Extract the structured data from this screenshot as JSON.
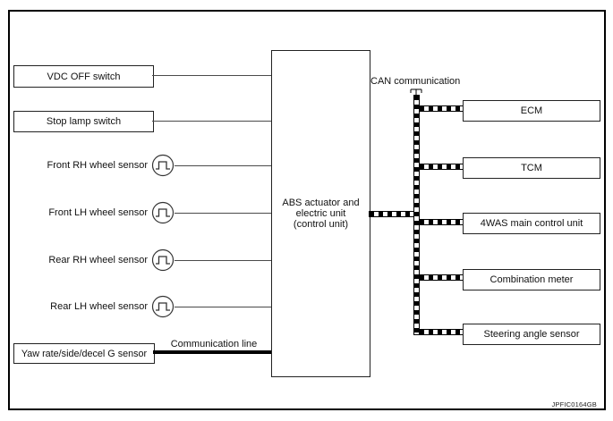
{
  "palette": {
    "background": "#ffffff",
    "line": "#000000",
    "wire": "#4a4a4a"
  },
  "left_inputs": {
    "switch_boxes": [
      {
        "label": "VDC OFF switch"
      },
      {
        "label": "Stop lamp switch"
      }
    ],
    "wheel_sensors": [
      {
        "label": "Front RH wheel sensor",
        "icon": "pulse-wave-icon"
      },
      {
        "label": "Front LH wheel sensor",
        "icon": "pulse-wave-icon"
      },
      {
        "label": "Rear RH wheel sensor",
        "icon": "pulse-wave-icon"
      },
      {
        "label": "Rear LH wheel sensor",
        "icon": "pulse-wave-icon"
      }
    ],
    "yaw_sensor_box": {
      "label": "Yaw rate/side/decel G sensor"
    },
    "communication_line_label": "Communication line"
  },
  "center_unit": {
    "label": "ABS actuator and\nelectric unit\n(control unit)"
  },
  "can_bus": {
    "label": "CAN communication",
    "nodes": [
      {
        "label": "ECM"
      },
      {
        "label": "TCM"
      },
      {
        "label": "4WAS main control unit"
      },
      {
        "label": "Combination meter"
      },
      {
        "label": "Steering angle sensor"
      }
    ]
  },
  "figure_code": "JPFIC0164GB"
}
